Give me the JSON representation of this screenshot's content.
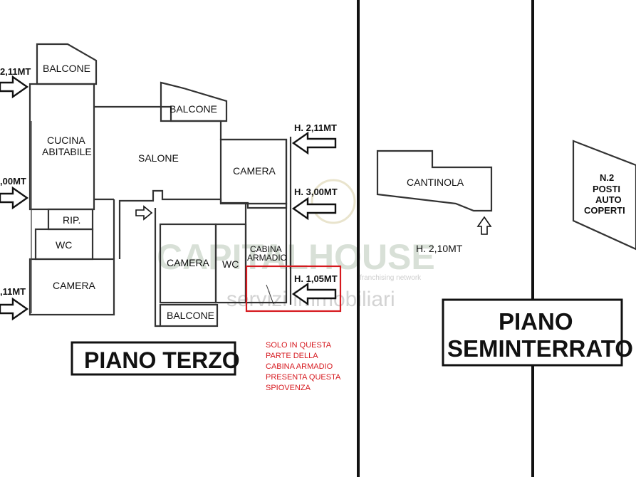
{
  "third_floor": {
    "title": "PIANO TERZO",
    "rooms": {
      "balcone_1": "BALCONE",
      "balcone_2": "BALCONE",
      "balcone_3": "BALCONE",
      "cucina_1": "CUCINA",
      "cucina_2": "ABITABILE",
      "salone": "SALONE",
      "camera_1": "CAMERA",
      "camera_2": "CAMERA",
      "camera_3": "CAMERA",
      "rip": "RIP.",
      "wc_1": "WC",
      "wc_2": "WC",
      "cabina_1": "CABINA",
      "cabina_2": "ARMADIO"
    },
    "heights": {
      "left_top": "2,11MT",
      "left_mid": ",00MT",
      "left_bottom": ",11MT",
      "right_top": "H. 2,11MT",
      "right_mid": "H. 3,00MT",
      "right_bottom": "H. 1,05MT"
    },
    "note": [
      "SOLO IN QUESTA",
      "PARTE DELLA",
      "CABINA ARMADIO",
      "PRESENTA QUESTA",
      "SPIOVENZA"
    ]
  },
  "basement": {
    "title_1": "PIANO",
    "title_2": "SEMINTERRATO",
    "cantinola": "CANTINOLA",
    "height": "H. 2,10MT",
    "parking": [
      "N.2",
      "POSTI",
      "AUTO",
      "COPERTI"
    ]
  },
  "watermark": {
    "brand": "CAPITALHOUSE",
    "tagline": "franchising network",
    "services": "servizi immobiliari"
  },
  "colors": {
    "note_red": "#d6191f",
    "watermark_green": "#b9c7b7"
  }
}
